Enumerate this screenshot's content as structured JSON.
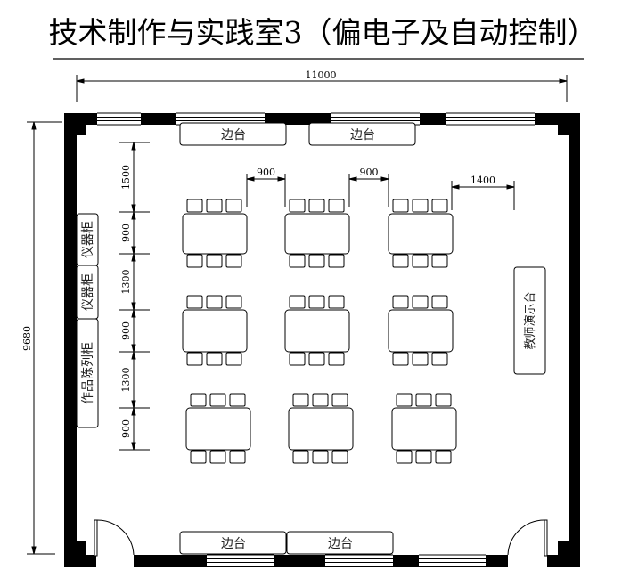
{
  "title": "技术制作与实践室3（偏电子及自动控制）",
  "dimensions": {
    "overall_width": "11000",
    "overall_depth": "9680",
    "vertical": [
      "1500",
      "900",
      "1300",
      "900",
      "1300",
      "900"
    ],
    "horizontal": [
      "900",
      "900",
      "1400"
    ]
  },
  "furniture": {
    "side_counter": "边台",
    "instrument_cabinet": "仪器柜",
    "display_cabinet": "作品陈列柜",
    "teacher_station": "教师演示台"
  },
  "layout": {
    "table_rows": 3,
    "table_cols": 3,
    "chairs_per_side": 3
  }
}
